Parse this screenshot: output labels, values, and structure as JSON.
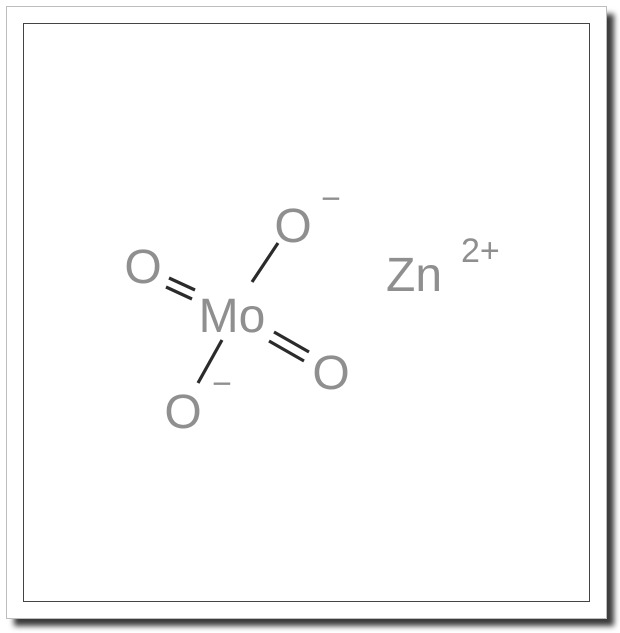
{
  "molecule": {
    "central_atom": "Mo",
    "oxygen_label": "O",
    "charge_minus": "−",
    "cation": {
      "symbol": "Zn",
      "charge": "2+"
    }
  },
  "colors": {
    "atom_text": "#8f8f8f",
    "bond": "#2b2b2b",
    "border": "#444444"
  }
}
